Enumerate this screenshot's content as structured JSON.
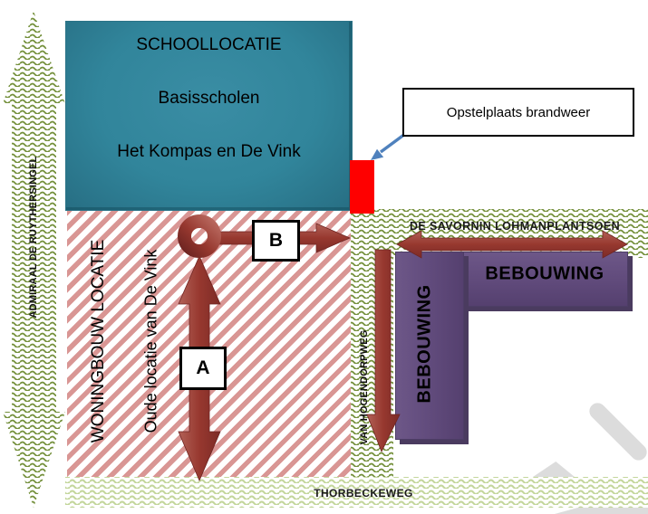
{
  "diagram": {
    "school_block": {
      "line1": "SCHOOLLOCATIE",
      "line2": "Basisscholen",
      "line3": "Het Kompas en De Vink"
    },
    "fire_callout": {
      "label": "Opstelplaats brandweer"
    },
    "housing_area": {
      "label_main": "WONINGBOUW LOCATIE",
      "label_sub": "Oude locatie van De Vink"
    },
    "buildings": {
      "label_top": "BEBOUWING",
      "label_side": "BEBOUWING"
    },
    "roads": {
      "left": "ADMIRAAL DE RUYTHERSINGEL",
      "north": "DE SAVORNIN LOHMANPLANTSOEN",
      "middle": "VAN HOGENDORPWEG",
      "south": "THORBECKEWEG"
    },
    "markers": {
      "a": "A",
      "b": "B"
    },
    "colors": {
      "school_fill": "#31859b",
      "fire_square": "#ff0000",
      "callout_arrow": "#4f81bd",
      "housing_hatch": "#d99694",
      "road_pattern_dark": "#77933c",
      "road_pattern_light": "#c3d69b",
      "arrow_red": "#953735",
      "building_purple": "#604a7b",
      "watermark_gray": "#dcdcdc"
    }
  }
}
